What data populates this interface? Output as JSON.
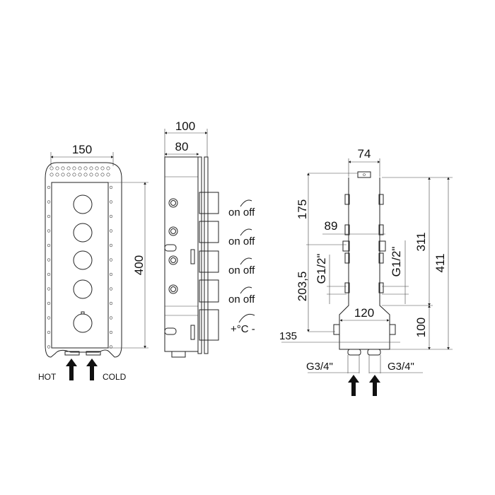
{
  "front_view": {
    "width_dim": "150",
    "height_dim": "400",
    "hot_label": "HOT",
    "cold_label": "COLD"
  },
  "side_view": {
    "depth_total_dim": "100",
    "depth_body_dim": "80",
    "controls": [
      {
        "label": "on off"
      },
      {
        "label": "on off"
      },
      {
        "label": "on off"
      },
      {
        "label": "on off"
      },
      {
        "label": "+°C -"
      }
    ]
  },
  "rear_view": {
    "top_width_dim": "74",
    "top_offset_dim": "175",
    "outlet_spacing_dim": "89",
    "outlet_height_dim": "311",
    "total_height_dim": "411",
    "mid_dim": "203,5",
    "left_thread": "G1/2\"",
    "right_thread": "G1/2\"",
    "bottom_width_dim": "120",
    "bottom_height_dim": "100",
    "bottom_depth_dim": "135",
    "inlet_left": "G3/4\"",
    "inlet_right": "G3/4\""
  }
}
